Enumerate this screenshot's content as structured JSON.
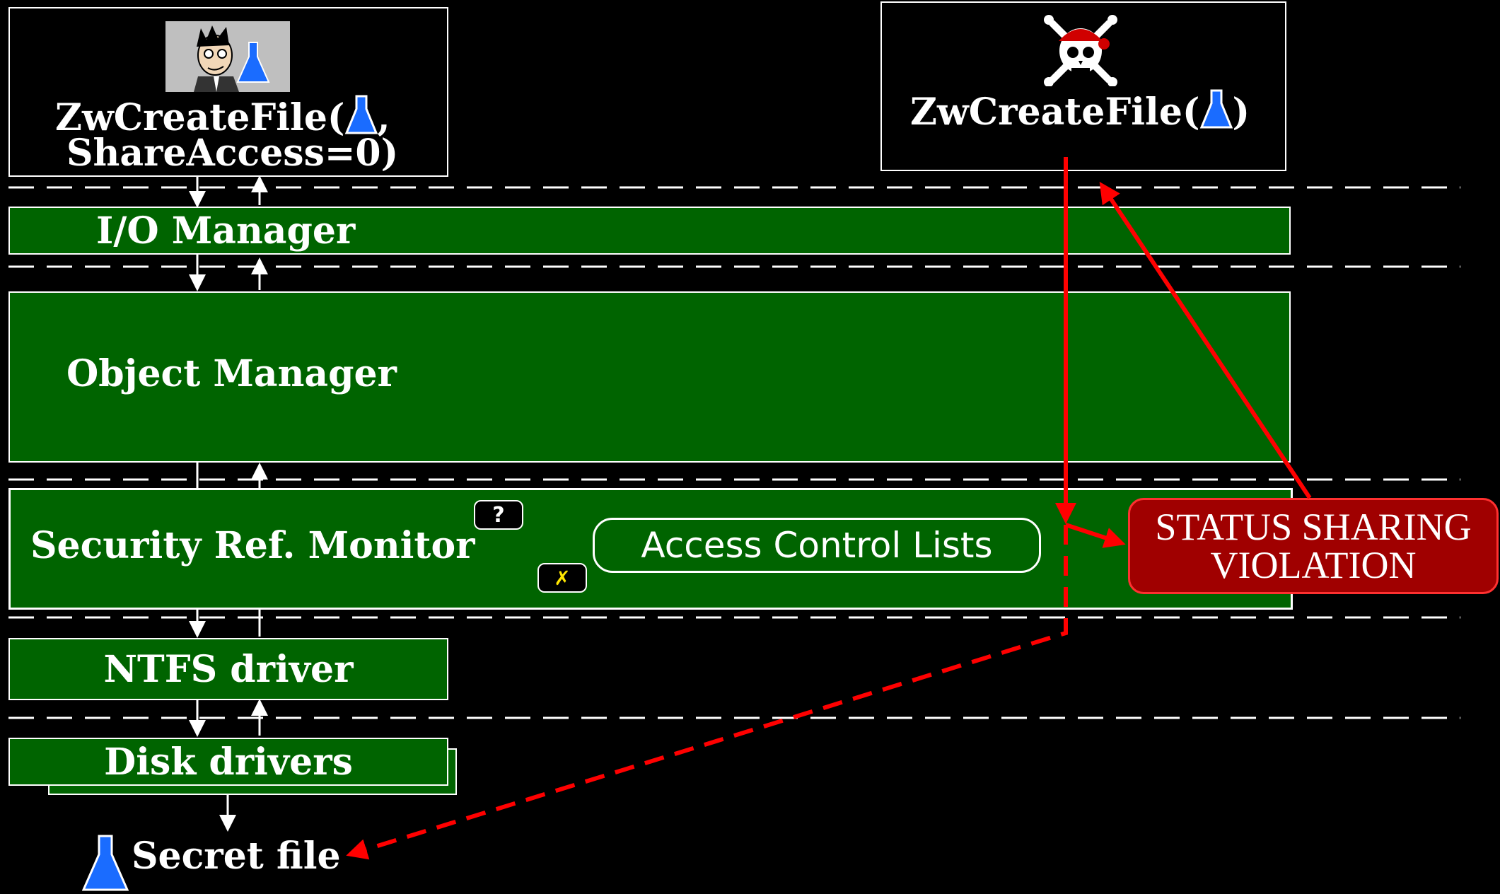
{
  "user_call": {
    "line1": "ZwCreateFile(",
    "line1_suffix": ",",
    "line2": "ShareAccess=0)"
  },
  "attacker_call": {
    "prefix": "ZwCreateFile(",
    "suffix": ")"
  },
  "layers": {
    "io_manager": "I/O Manager",
    "object_manager": "Object Manager",
    "security_monitor": "Security Ref. Monitor",
    "ntfs_driver": "NTFS driver",
    "disk_drivers": "Disk drivers"
  },
  "acl_label": "Access Control Lists",
  "status": {
    "line1": "STATUS SHARING",
    "line2": "VIOLATION"
  },
  "bubbles": {
    "question": "?",
    "answer": "✗"
  },
  "secret_file": "Secret file",
  "icons": {
    "user": "cartoon-scientist-avatar",
    "attacker": "pirate-skull-icon",
    "file": "blue-flask-icon"
  },
  "colors": {
    "layer_fill": "#006400",
    "attack_path": "#ff0000",
    "status_fill": "#a00000",
    "flask": "#1a6cff"
  }
}
